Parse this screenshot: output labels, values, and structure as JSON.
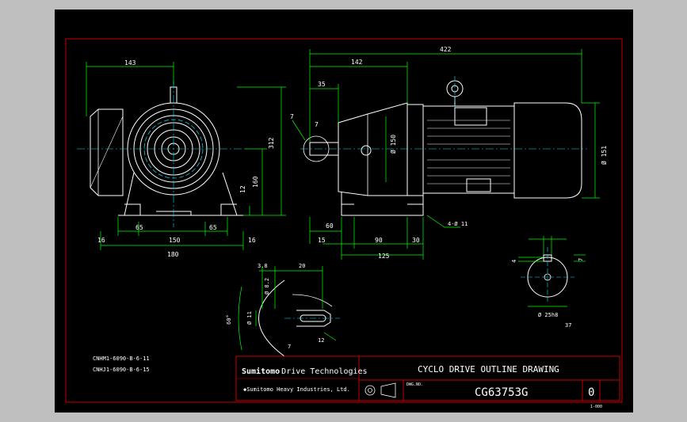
{
  "colors": {
    "background": "#000000",
    "frame": "#c80000",
    "outline": "#ffffff",
    "dimension": "#00ff00",
    "center": "#00e5ff",
    "hidden": "#ffff00",
    "annotation": "#ffffff",
    "outer": "#bfbfbf"
  },
  "front_view": {
    "dims": {
      "d143": "143",
      "d312": "312",
      "d160": "160",
      "d12": "12",
      "d16l": "16",
      "d65l": "65",
      "d150": "150",
      "d65r": "65",
      "d16r": "16",
      "d180": "180"
    }
  },
  "side_view": {
    "dims": {
      "d422": "422",
      "d142": "142",
      "d35": "35",
      "d150": "Ø 150",
      "d151": "Ø 151",
      "d60": "60",
      "d15": "15",
      "d90": "90",
      "d30": "30",
      "d125": "125",
      "holes": "4-Ø 11"
    },
    "marks": {
      "seven_a": "7",
      "seven_b": "7"
    }
  },
  "shaft_detail": {
    "dims": {
      "d38": "3.8",
      "d20": "20",
      "d82": "Ø 8.2",
      "d60deg": "60°",
      "d11": "Ø 11",
      "d12": "12",
      "seven": "7"
    }
  },
  "key_detail": {
    "dims": {
      "d4": "4",
      "d7": "7",
      "d25": "Ø 25h8",
      "d37": "37"
    }
  },
  "notes": {
    "line1": "CNHM1-6090-B-6-11",
    "line2": "CNHJ1-6090-B-6-15"
  },
  "title_block": {
    "brand": "Sumitomo",
    "brand_suffix": "Drive Technologies",
    "company": "◆Sumitomo Heavy Industries, Ltd.",
    "drawing_title": "CYCLO DRIVE OUTLINE DRAWING",
    "dwg_no_label": "DWG.NO.",
    "dwg_no": "CG63753G",
    "revision": "0",
    "sheet_code": "1-000"
  }
}
